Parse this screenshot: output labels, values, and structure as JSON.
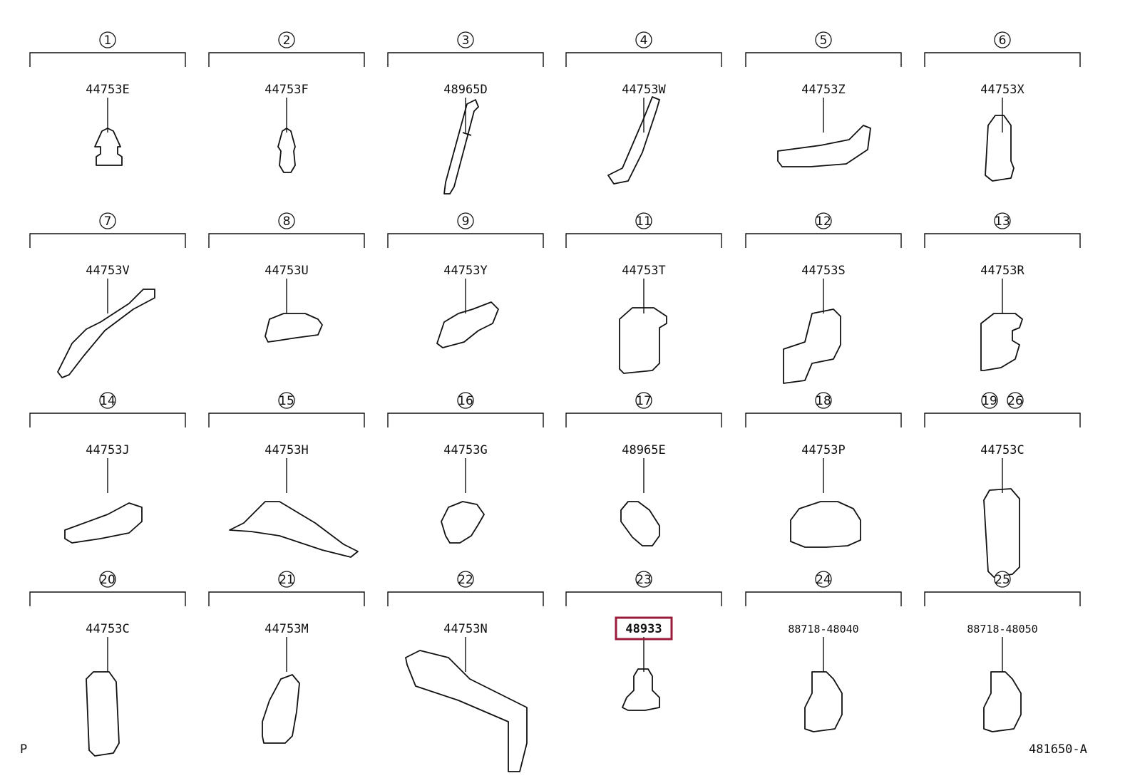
{
  "title_code": "P",
  "diagram_code": "481650-A",
  "highlight_color": "#9a1c3a",
  "parts": [
    {
      "num": "1",
      "pn": "44753E"
    },
    {
      "num": "2",
      "pn": "44753F"
    },
    {
      "num": "3",
      "pn": "48965D"
    },
    {
      "num": "4",
      "pn": "44753W"
    },
    {
      "num": "5",
      "pn": "44753Z"
    },
    {
      "num": "6",
      "pn": "44753X"
    },
    {
      "num": "7",
      "pn": "44753V"
    },
    {
      "num": "8",
      "pn": "44753U"
    },
    {
      "num": "9",
      "pn": "44753Y"
    },
    {
      "num": "11",
      "pn": "44753T"
    },
    {
      "num": "12",
      "pn": "44753S"
    },
    {
      "num": "13",
      "pn": "44753R"
    },
    {
      "num": "14",
      "pn": "44753J"
    },
    {
      "num": "15",
      "pn": "44753H"
    },
    {
      "num": "16",
      "pn": "44753G"
    },
    {
      "num": "17",
      "pn": "48965E"
    },
    {
      "num": "18",
      "pn": "44753P"
    },
    {
      "num": "19",
      "num2": "26",
      "pn": "44753C"
    },
    {
      "num": "20",
      "pn": "44753C"
    },
    {
      "num": "21",
      "pn": "44753M"
    },
    {
      "num": "22",
      "pn": "44753N"
    },
    {
      "num": "23",
      "pn": "48933",
      "highlighted": true
    },
    {
      "num": "24",
      "pn": "88718-48040"
    },
    {
      "num": "25",
      "pn": "88718-48050"
    }
  ]
}
